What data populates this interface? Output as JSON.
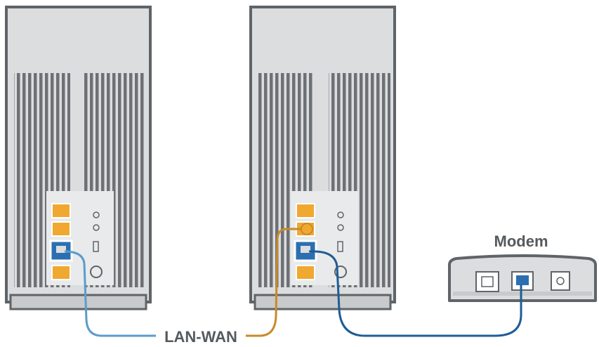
{
  "diagram": {
    "labels": {
      "modem": "Modem",
      "connection": "LAN-WAN"
    },
    "devices": [
      {
        "name": "router-left"
      },
      {
        "name": "router-right"
      },
      {
        "name": "modem"
      }
    ],
    "colors": {
      "outline": "#5f6468",
      "body": "#dcdddf",
      "body_dark": "#c9cacc",
      "vent": "#6d7176",
      "lan_port": "#f0a830",
      "wan_port": "#2b6fb0",
      "cable_blue_light": "#5a9ccc",
      "cable_blue_dark": "#1f5c96",
      "cable_orange": "#c98a2a",
      "label_text": "#555a5e"
    }
  }
}
